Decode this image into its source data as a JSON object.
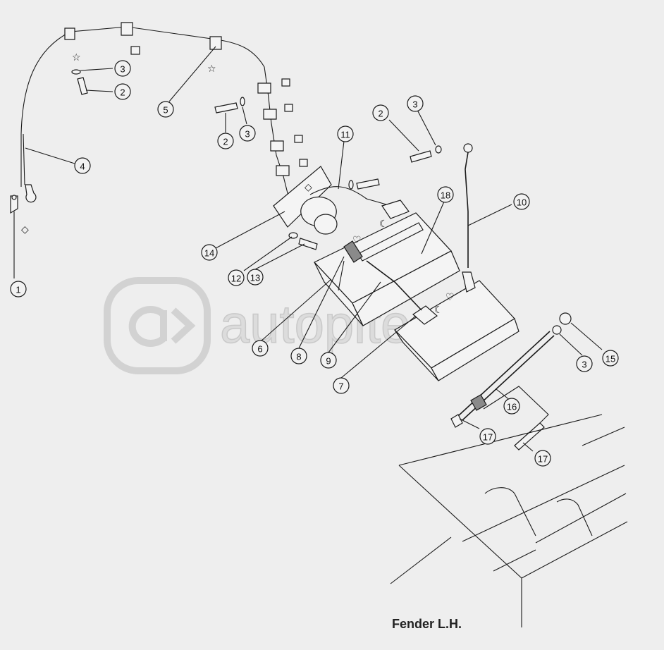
{
  "watermark": {
    "text": "autopiter.ru"
  },
  "caption": "Fender L.H.",
  "callouts": [
    {
      "n": "1"
    },
    {
      "n": "2"
    },
    {
      "n": "3"
    },
    {
      "n": "4"
    },
    {
      "n": "5"
    },
    {
      "n": "2"
    },
    {
      "n": "3"
    },
    {
      "n": "2"
    },
    {
      "n": "3"
    },
    {
      "n": "11"
    },
    {
      "n": "10"
    },
    {
      "n": "18"
    },
    {
      "n": "14"
    },
    {
      "n": "12"
    },
    {
      "n": "13"
    },
    {
      "n": "6"
    },
    {
      "n": "8"
    },
    {
      "n": "9"
    },
    {
      "n": "7"
    },
    {
      "n": "3"
    },
    {
      "n": "15"
    },
    {
      "n": "16"
    },
    {
      "n": "17"
    },
    {
      "n": "17"
    }
  ]
}
